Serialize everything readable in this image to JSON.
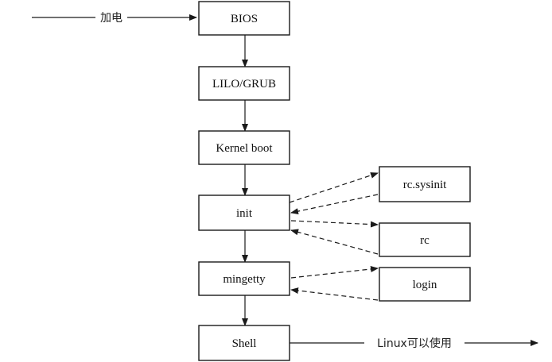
{
  "diagram": {
    "nodes": {
      "bios": "BIOS",
      "lilo_grub": "LILO/GRUB",
      "kernel_boot": "Kernel boot",
      "init": "init",
      "mingetty": "mingetty",
      "shell": "Shell",
      "rc_sysinit": "rc.sysinit",
      "rc": "rc",
      "login": "login"
    },
    "edges": {
      "power_on_label": "加电",
      "linux_ready_label": "Linux可以使用"
    }
  }
}
